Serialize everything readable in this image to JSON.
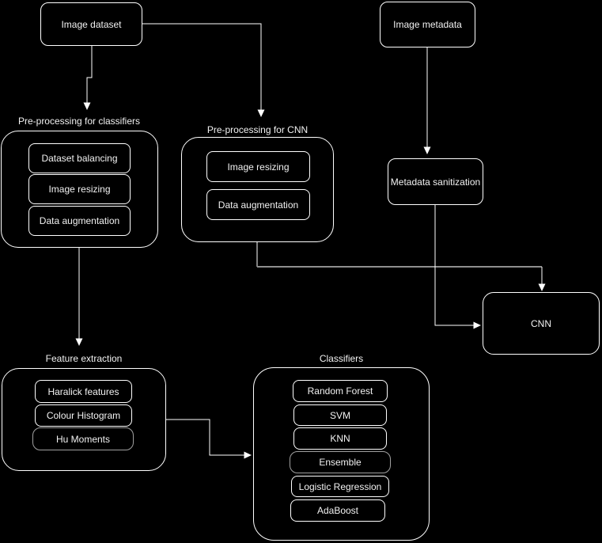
{
  "canvas": {
    "background": "#000000",
    "line_color": "#ffffff",
    "muted_line_color": "#8f8f8f",
    "text_color": "#f2f2f2",
    "shape_border_color": "#ffffff",
    "highlight_border_color": "#a0a0a0"
  },
  "nodes": {
    "image_dataset": "Image dataset",
    "image_metadata": "Image metadata",
    "metadata_sanitization": "Metadata sanitization",
    "cnn": "CNN"
  },
  "groups": {
    "prep_classifiers": {
      "title": "Pre-processing for classifiers",
      "items": [
        "Dataset balancing",
        "Image resizing",
        "Data augmentation"
      ]
    },
    "prep_cnn": {
      "title": "Pre-processing for CNN",
      "items": [
        "Image resizing",
        "Data augmentation"
      ]
    },
    "feature_extraction": {
      "title": "Feature extraction",
      "items": [
        "Haralick features",
        "Colour Histogram",
        "Hu Moments"
      ]
    },
    "classifiers": {
      "title": "Classifiers",
      "items": [
        "Random Forest",
        "SVM",
        "KNN",
        "Ensemble",
        "Logistic Regression",
        "AdaBoost"
      ]
    }
  }
}
